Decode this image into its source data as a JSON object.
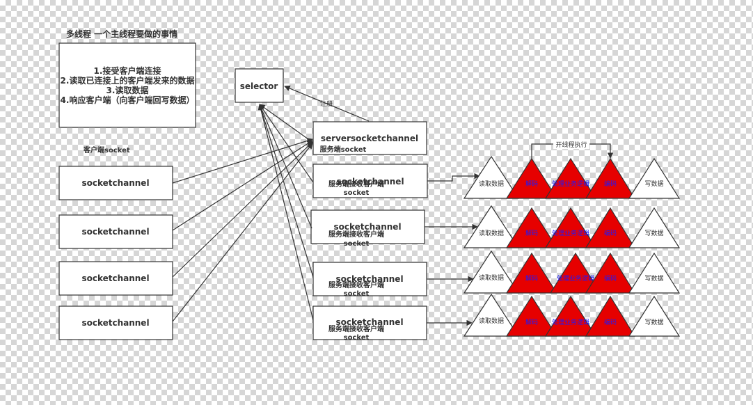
{
  "title": "多线程  一个主线程要做的事情",
  "tasks": [
    "1.接受客户端连接",
    "2.读取已连接上的客户端发来的数据",
    "3.读取数据",
    "4.响应客户端（向客户端回写数据）"
  ],
  "client_label": "客户端socket",
  "client_channels": [
    "socketchannel",
    "socketchannel",
    "socketchannel",
    "socketchannel"
  ],
  "selector": "selector",
  "register_label": "注册",
  "server_channel": {
    "name": "serversocketchannel",
    "sub": "服务端socket"
  },
  "server_channels": [
    {
      "name": "socketchannel",
      "sub1": "服务端接收客户端",
      "sub2": "socket"
    },
    {
      "name": "socketchannel",
      "sub1": "服务端接收客户端",
      "sub2": "socket"
    },
    {
      "name": "socketchannel",
      "sub1": "服务端接收客户端",
      "sub2": "socket"
    },
    {
      "name": "socketchannel",
      "sub1": "服务端接收客户端",
      "sub2": "socket"
    }
  ],
  "thread_label": "开线程执行",
  "pipeline": {
    "read": "读取数据",
    "decode": "解码",
    "process": "处理业务逻辑",
    "encode": "编码",
    "write": "写数据"
  },
  "colors": {
    "red": "#e60000",
    "stroke": "#333333",
    "blue_text": "#1a1aff"
  }
}
